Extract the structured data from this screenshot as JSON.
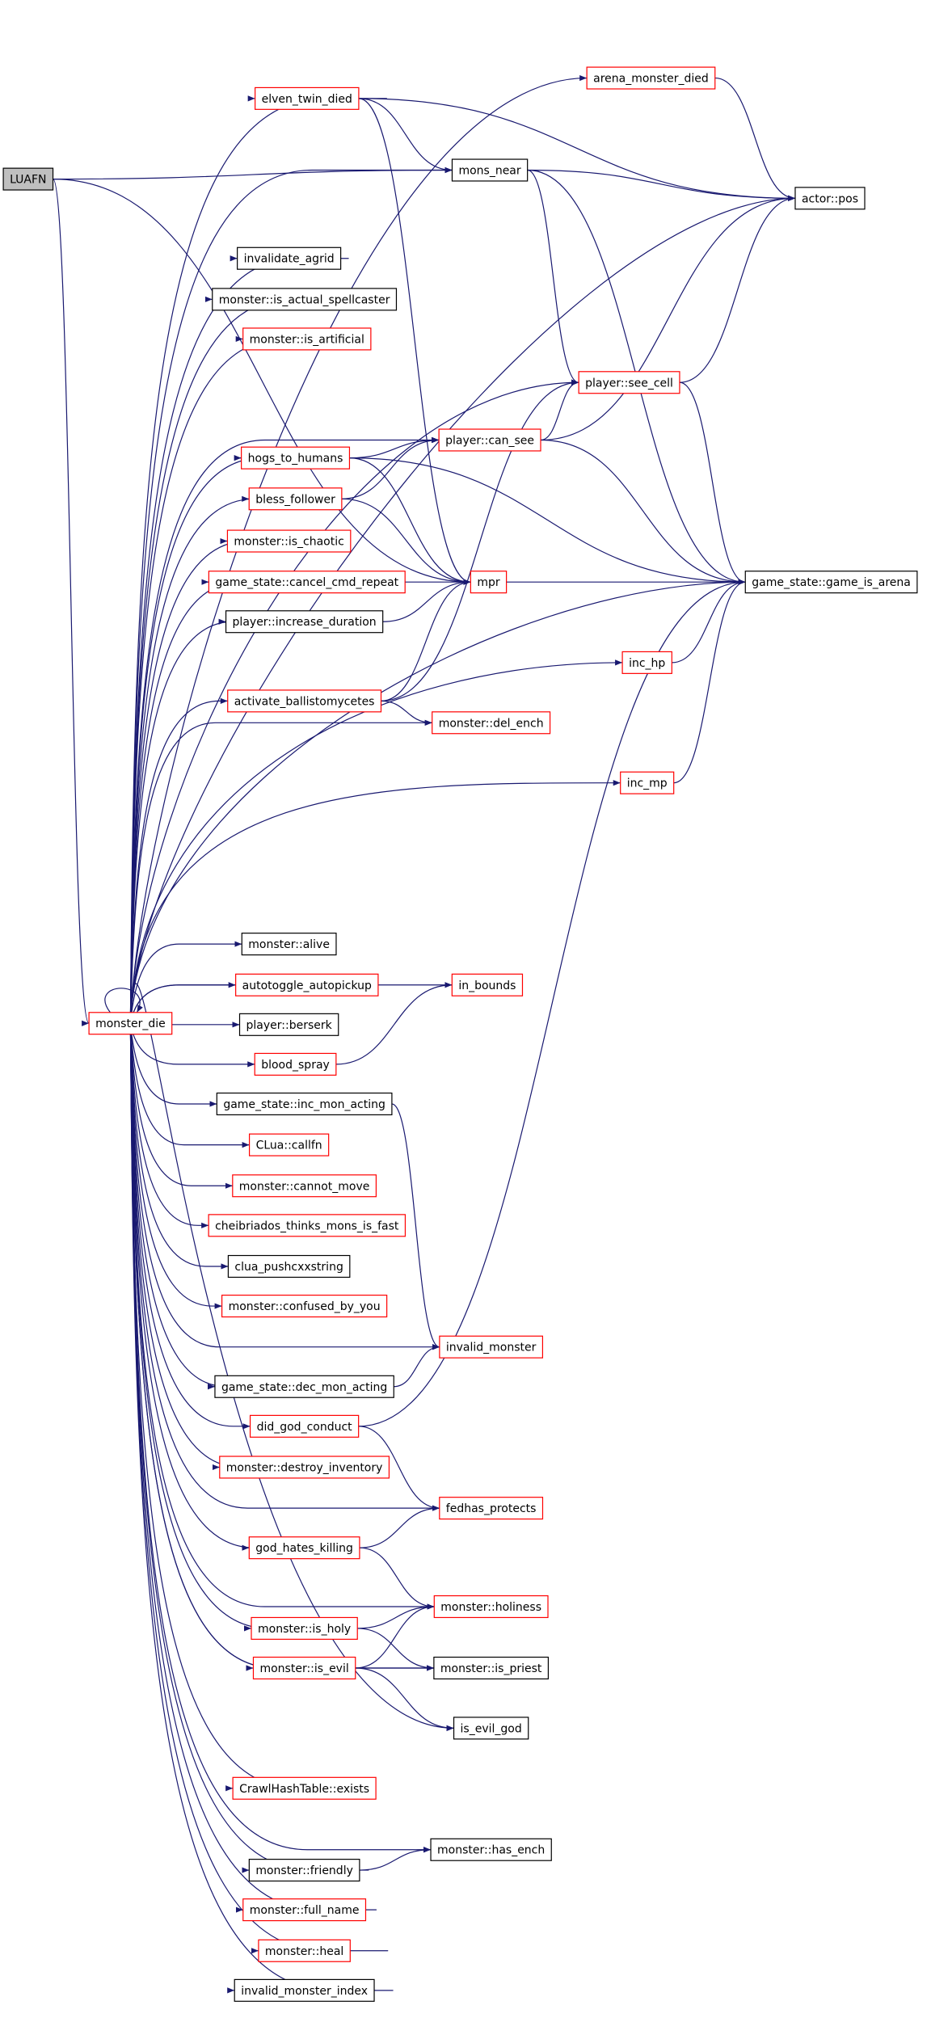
{
  "colors": {
    "edge": "#191970",
    "node_red_border": "#ff0000",
    "node_black_border": "#000000",
    "root_fill": "#bfbfbf",
    "node_fill": "#ffffff"
  },
  "nodes": [
    {
      "id": "luafn",
      "label": "LUAFN",
      "style": "root"
    },
    {
      "id": "monster_die",
      "label": "monster_die",
      "style": "red"
    },
    {
      "id": "arena_monster_died",
      "label": "arena_monster_died",
      "style": "red"
    },
    {
      "id": "elven_twin_died",
      "label": "elven_twin_died",
      "style": "red"
    },
    {
      "id": "mons_near",
      "label": "mons_near",
      "style": "black"
    },
    {
      "id": "actor_pos",
      "label": "actor::pos",
      "style": "black"
    },
    {
      "id": "invalidate_agrid",
      "label": "invalidate_agrid",
      "style": "black"
    },
    {
      "id": "is_actual_spellcaster",
      "label": "monster::is_actual_spellcaster",
      "style": "black"
    },
    {
      "id": "is_artificial",
      "label": "monster::is_artificial",
      "style": "red"
    },
    {
      "id": "see_cell",
      "label": "player::see_cell",
      "style": "red"
    },
    {
      "id": "can_see",
      "label": "player::can_see",
      "style": "red"
    },
    {
      "id": "hogs_to_humans",
      "label": "hogs_to_humans",
      "style": "red"
    },
    {
      "id": "bless_follower",
      "label": "bless_follower",
      "style": "red"
    },
    {
      "id": "is_chaotic",
      "label": "monster::is_chaotic",
      "style": "red"
    },
    {
      "id": "cancel_cmd_repeat",
      "label": "game_state::cancel_cmd_repeat",
      "style": "red"
    },
    {
      "id": "mpr",
      "label": "mpr",
      "style": "red"
    },
    {
      "id": "game_is_arena",
      "label": "game_state::game_is_arena",
      "style": "black"
    },
    {
      "id": "increase_duration",
      "label": "player::increase_duration",
      "style": "black"
    },
    {
      "id": "inc_hp",
      "label": "inc_hp",
      "style": "red"
    },
    {
      "id": "activate_ballistomycetes",
      "label": "activate_ballistomycetes",
      "style": "red"
    },
    {
      "id": "del_ench",
      "label": "monster::del_ench",
      "style": "red"
    },
    {
      "id": "inc_mp",
      "label": "inc_mp",
      "style": "red"
    },
    {
      "id": "alive",
      "label": "monster::alive",
      "style": "black"
    },
    {
      "id": "autotoggle_autopickup",
      "label": "autotoggle_autopickup",
      "style": "red"
    },
    {
      "id": "in_bounds",
      "label": "in_bounds",
      "style": "red"
    },
    {
      "id": "berserk",
      "label": "player::berserk",
      "style": "black"
    },
    {
      "id": "blood_spray",
      "label": "blood_spray",
      "style": "red"
    },
    {
      "id": "inc_mon_acting",
      "label": "game_state::inc_mon_acting",
      "style": "black"
    },
    {
      "id": "callfn",
      "label": "CLua::callfn",
      "style": "red"
    },
    {
      "id": "cannot_move",
      "label": "monster::cannot_move",
      "style": "red"
    },
    {
      "id": "cheibriados",
      "label": "cheibriados_thinks_mons_is_fast",
      "style": "red"
    },
    {
      "id": "clua_pushcxxstring",
      "label": "clua_pushcxxstring",
      "style": "black"
    },
    {
      "id": "confused_by_you",
      "label": "monster::confused_by_you",
      "style": "red"
    },
    {
      "id": "invalid_monster",
      "label": "invalid_monster",
      "style": "red"
    },
    {
      "id": "dec_mon_acting",
      "label": "game_state::dec_mon_acting",
      "style": "black"
    },
    {
      "id": "did_god_conduct",
      "label": "did_god_conduct",
      "style": "red"
    },
    {
      "id": "destroy_inventory",
      "label": "monster::destroy_inventory",
      "style": "red"
    },
    {
      "id": "fedhas_protects",
      "label": "fedhas_protects",
      "style": "red"
    },
    {
      "id": "god_hates_killing",
      "label": "god_hates_killing",
      "style": "red"
    },
    {
      "id": "holiness",
      "label": "monster::holiness",
      "style": "red"
    },
    {
      "id": "is_holy",
      "label": "monster::is_holy",
      "style": "red"
    },
    {
      "id": "is_evil",
      "label": "monster::is_evil",
      "style": "red"
    },
    {
      "id": "is_priest",
      "label": "monster::is_priest",
      "style": "black"
    },
    {
      "id": "is_evil_god",
      "label": "is_evil_god",
      "style": "black"
    },
    {
      "id": "hash_exists",
      "label": "CrawlHashTable::exists",
      "style": "red"
    },
    {
      "id": "has_ench",
      "label": "monster::has_ench",
      "style": "black"
    },
    {
      "id": "friendly",
      "label": "monster::friendly",
      "style": "black"
    },
    {
      "id": "full_name",
      "label": "monster::full_name",
      "style": "red"
    },
    {
      "id": "heal",
      "label": "monster::heal",
      "style": "red"
    },
    {
      "id": "invalid_monster_index",
      "label": "invalid_monster_index",
      "style": "black"
    }
  ],
  "edges": [
    {
      "from": "luafn",
      "to": "monster_die"
    },
    {
      "from": "luafn",
      "to": "mons_near"
    },
    {
      "from": "luafn",
      "to": "mpr"
    },
    {
      "from": "monster_die",
      "to": "monster_die"
    },
    {
      "from": "monster_die",
      "to": "arena_monster_died"
    },
    {
      "from": "monster_die",
      "to": "elven_twin_died"
    },
    {
      "from": "monster_die",
      "to": "mons_near"
    },
    {
      "from": "monster_die",
      "to": "actor_pos"
    },
    {
      "from": "monster_die",
      "to": "invalidate_agrid"
    },
    {
      "from": "monster_die",
      "to": "is_actual_spellcaster"
    },
    {
      "from": "monster_die",
      "to": "is_artificial"
    },
    {
      "from": "monster_die",
      "to": "see_cell"
    },
    {
      "from": "monster_die",
      "to": "can_see"
    },
    {
      "from": "monster_die",
      "to": "hogs_to_humans"
    },
    {
      "from": "monster_die",
      "to": "bless_follower"
    },
    {
      "from": "monster_die",
      "to": "is_chaotic"
    },
    {
      "from": "monster_die",
      "to": "cancel_cmd_repeat"
    },
    {
      "from": "monster_die",
      "to": "increase_duration"
    },
    {
      "from": "monster_die",
      "to": "activate_ballistomycetes"
    },
    {
      "from": "monster_die",
      "to": "del_ench"
    },
    {
      "from": "monster_die",
      "to": "inc_hp"
    },
    {
      "from": "monster_die",
      "to": "inc_mp"
    },
    {
      "from": "monster_die",
      "to": "game_is_arena"
    },
    {
      "from": "monster_die",
      "to": "alive"
    },
    {
      "from": "monster_die",
      "to": "in_bounds"
    },
    {
      "from": "monster_die",
      "to": "autotoggle_autopickup"
    },
    {
      "from": "monster_die",
      "to": "berserk"
    },
    {
      "from": "monster_die",
      "to": "blood_spray"
    },
    {
      "from": "monster_die",
      "to": "inc_mon_acting"
    },
    {
      "from": "monster_die",
      "to": "callfn"
    },
    {
      "from": "monster_die",
      "to": "cannot_move"
    },
    {
      "from": "monster_die",
      "to": "cheibriados"
    },
    {
      "from": "monster_die",
      "to": "clua_pushcxxstring"
    },
    {
      "from": "monster_die",
      "to": "confused_by_you"
    },
    {
      "from": "monster_die",
      "to": "invalid_monster"
    },
    {
      "from": "monster_die",
      "to": "dec_mon_acting"
    },
    {
      "from": "monster_die",
      "to": "did_god_conduct"
    },
    {
      "from": "monster_die",
      "to": "destroy_inventory"
    },
    {
      "from": "monster_die",
      "to": "fedhas_protects"
    },
    {
      "from": "monster_die",
      "to": "god_hates_killing"
    },
    {
      "from": "monster_die",
      "to": "holiness"
    },
    {
      "from": "monster_die",
      "to": "is_holy"
    },
    {
      "from": "monster_die",
      "to": "is_evil"
    },
    {
      "from": "monster_die",
      "to": "is_priest"
    },
    {
      "from": "monster_die",
      "to": "is_evil_god"
    },
    {
      "from": "monster_die",
      "to": "hash_exists"
    },
    {
      "from": "monster_die",
      "to": "has_ench"
    },
    {
      "from": "monster_die",
      "to": "friendly"
    },
    {
      "from": "monster_die",
      "to": "full_name"
    },
    {
      "from": "monster_die",
      "to": "heal"
    },
    {
      "from": "monster_die",
      "to": "invalid_monster_index"
    },
    {
      "from": "arena_monster_died",
      "to": "actor_pos"
    },
    {
      "from": "elven_twin_died",
      "to": "mons_near"
    },
    {
      "from": "elven_twin_died",
      "to": "actor_pos"
    },
    {
      "from": "elven_twin_died",
      "to": "mpr"
    },
    {
      "from": "mons_near",
      "to": "actor_pos"
    },
    {
      "from": "mons_near",
      "to": "see_cell"
    },
    {
      "from": "mons_near",
      "to": "game_is_arena"
    },
    {
      "from": "see_cell",
      "to": "actor_pos"
    },
    {
      "from": "see_cell",
      "to": "game_is_arena"
    },
    {
      "from": "can_see",
      "to": "see_cell"
    },
    {
      "from": "can_see",
      "to": "actor_pos"
    },
    {
      "from": "can_see",
      "to": "game_is_arena"
    },
    {
      "from": "hogs_to_humans",
      "to": "can_see"
    },
    {
      "from": "hogs_to_humans",
      "to": "mpr"
    },
    {
      "from": "hogs_to_humans",
      "to": "game_is_arena"
    },
    {
      "from": "bless_follower",
      "to": "can_see"
    },
    {
      "from": "bless_follower",
      "to": "mpr"
    },
    {
      "from": "cancel_cmd_repeat",
      "to": "mpr"
    },
    {
      "from": "increase_duration",
      "to": "mpr"
    },
    {
      "from": "mpr",
      "to": "game_is_arena"
    },
    {
      "from": "activate_ballistomycetes",
      "to": "mpr"
    },
    {
      "from": "activate_ballistomycetes",
      "to": "see_cell"
    },
    {
      "from": "activate_ballistomycetes",
      "to": "del_ench"
    },
    {
      "from": "inc_hp",
      "to": "game_is_arena"
    },
    {
      "from": "inc_mp",
      "to": "game_is_arena"
    },
    {
      "from": "blood_spray",
      "to": "in_bounds"
    },
    {
      "from": "inc_mon_acting",
      "to": "invalid_monster"
    },
    {
      "from": "dec_mon_acting",
      "to": "invalid_monster"
    },
    {
      "from": "did_god_conduct",
      "to": "game_is_arena"
    },
    {
      "from": "did_god_conduct",
      "to": "fedhas_protects"
    },
    {
      "from": "god_hates_killing",
      "to": "fedhas_protects"
    },
    {
      "from": "god_hates_killing",
      "to": "holiness"
    },
    {
      "from": "is_holy",
      "to": "holiness"
    },
    {
      "from": "is_holy",
      "to": "is_priest"
    },
    {
      "from": "is_evil",
      "to": "holiness"
    },
    {
      "from": "is_evil",
      "to": "is_priest"
    },
    {
      "from": "is_evil",
      "to": "is_evil_god"
    },
    {
      "from": "friendly",
      "to": "has_ench"
    }
  ]
}
